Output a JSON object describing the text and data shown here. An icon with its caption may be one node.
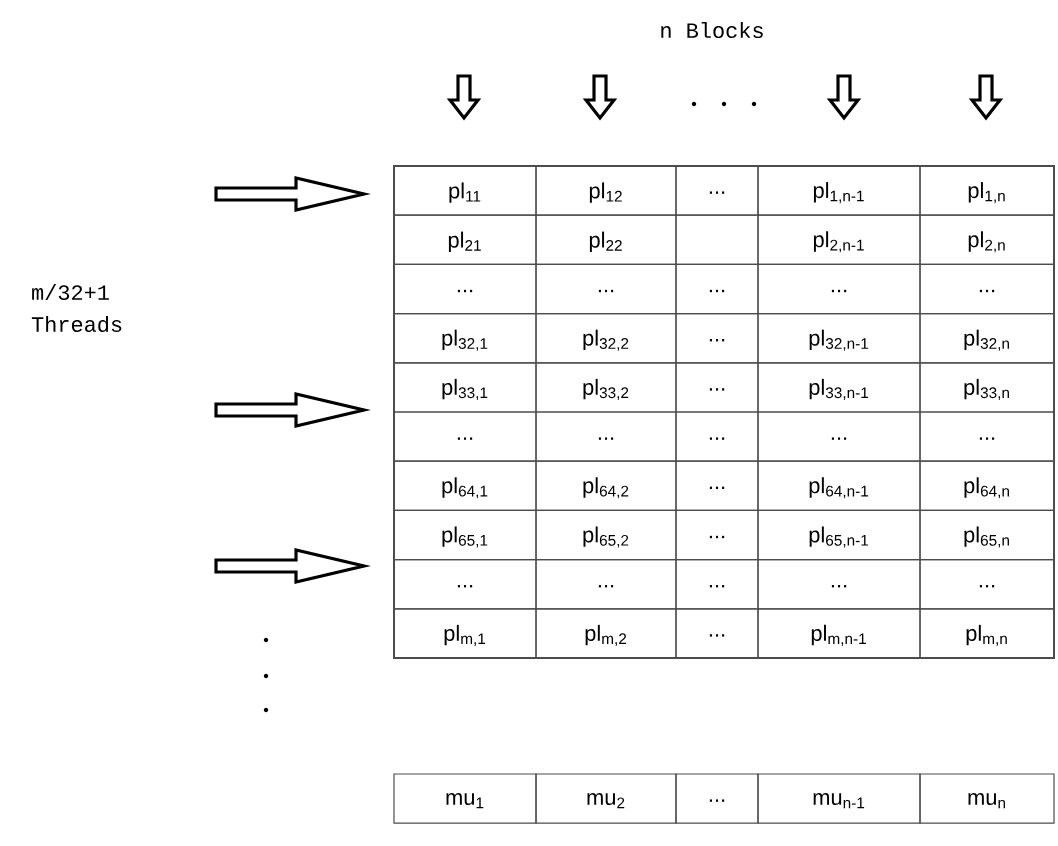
{
  "diagram": {
    "labels": [
      "n Blocks",
      "m/32+1 Threads",
      "pl$_{11}$",
      "pl$_{12}$",
      "...",
      "pl$_{1,n-1}$",
      "pl$_{1,n}$",
      "pl$_{21}$",
      "pl$_{22}$",
      "pl$_{2,n-1}$",
      "pl$_{2,n}$",
      "...",
      "...",
      "...",
      "...",
      "...",
      "pl$_{32,1}$",
      "pl$_{32,2}$",
      "...",
      "pl$_{32,n-1}$",
      "pl$_{32,n}$",
      "pl$_{33,1}$",
      "pl$_{33,2}$",
      "...",
      "pl$_{33,n-1}$",
      "pl$_{33,n}$",
      "...",
      "...",
      "...",
      "...",
      "...",
      "pl$_{64,1}$",
      "pl$_{64,2}$",
      "...",
      "pl$_{64,n-1}$",
      "pl$_{64,n}$",
      "pl$_{65,1}$",
      "pl$_{65,2}$",
      "...",
      "pl$_{65,n-1}$",
      "pl$_{65,n}$",
      "...",
      "...",
      "...",
      "...",
      "...",
      "pl$_{m,1}$",
      "pl$_{m,2}$",
      "...",
      "pl$_{m,n-1}$",
      "pl$_{m,n}$",
      "mu$_{1}$",
      "mu$_{2}$",
      "...",
      "mu$_{n-1}$",
      "mu$_{n}$"
    ]
  }
}
